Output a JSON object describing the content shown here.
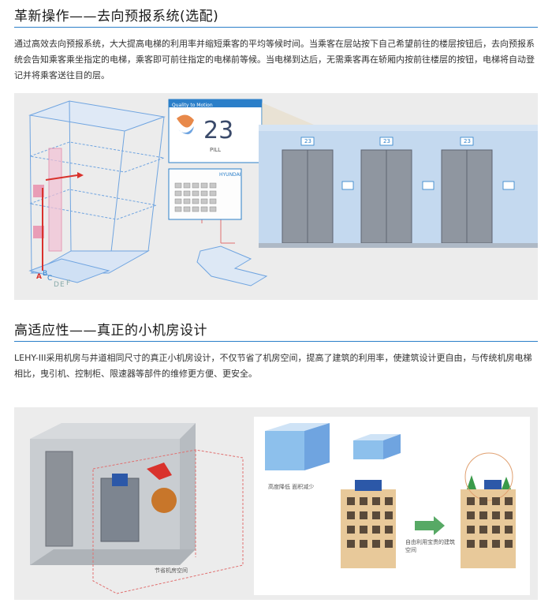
{
  "section1": {
    "title": "革新操作——去向预报系统(选配)",
    "body": "通过高效去向预报系统，大大提高电梯的利用率并缩短乘客的平均等候时间。当乘客在层站按下自己希望前往的楼层按钮后，去向预报系统会告知乘客乘坐指定的电梯，乘客即可前往指定的电梯前等候。当电梯到达后，无需乘客再在轿厢内按前往楼层的按钮，电梯将自动登记并将乘客送往目的层。",
    "figure": {
      "screen_title": "Quality to Motion",
      "screen_number": "23",
      "screen_sub": "PILL",
      "keypad_header": "HYUNDAI",
      "floor_letters": [
        "A",
        "B",
        "C",
        "D",
        "E",
        "F"
      ],
      "door_display": "23",
      "colors": {
        "accent": "#e07070",
        "arrow": "#d9322c",
        "glass": "#9fc3ea"
      }
    }
  },
  "section2": {
    "title": "高适应性——真正的小机房设计",
    "body": "LEHY-III采用机房与井道相同尺寸的真正小机房设计，不仅节省了机房空间，提高了建筑的利用率，使建筑设计更自由，与传统机房电梯相比，曳引机、控制柜、限速器等部件的维修更方便、更安全。",
    "figure": {
      "room_label": "节省机房空间",
      "height_label": "高度降低 面积减少",
      "space_label": "自由利用宝贵的建筑空间",
      "colors": {
        "building": "#e8c99a",
        "window": "#5a4a3a",
        "roof": "#2c58a8",
        "arrow": "#3a9a4a"
      }
    }
  }
}
